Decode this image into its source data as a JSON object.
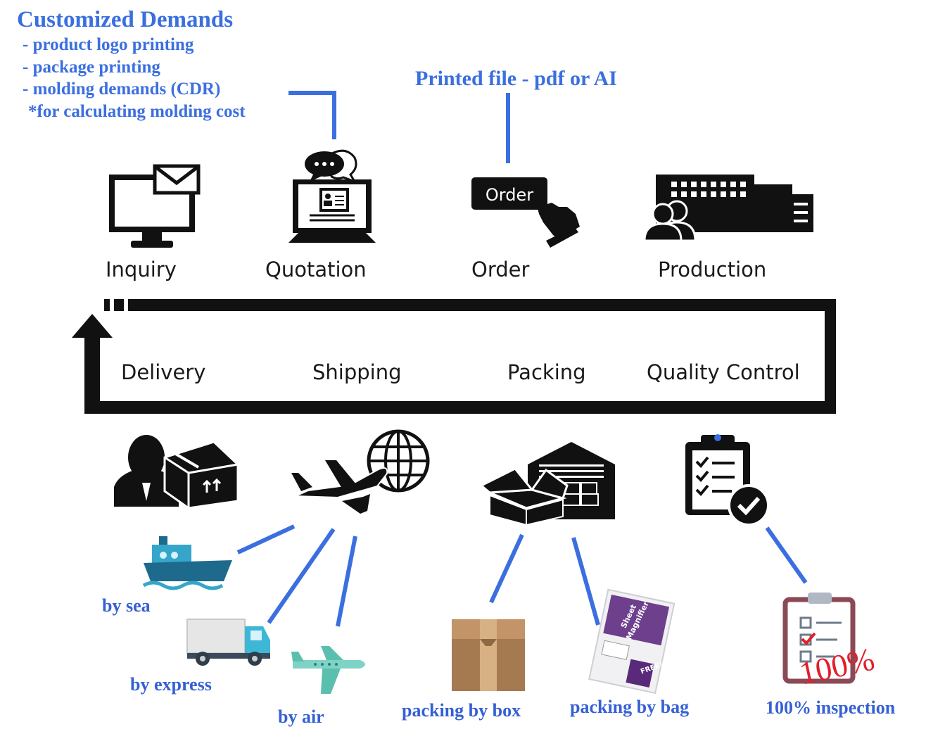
{
  "customized": {
    "title": "Customized Demands",
    "items": [
      "- product logo printing",
      "- package printing",
      "- molding demands (CDR)",
      "*for calculating molding cost"
    ]
  },
  "printed_file": "Printed file - pdf or AI",
  "stages_top": {
    "inquiry": "Inquiry",
    "quotation": "Quotation",
    "order": "Order",
    "order_button": "Order",
    "production": "Production"
  },
  "stages_bottom": {
    "delivery": "Delivery",
    "shipping": "Shipping",
    "packing": "Packing",
    "quality": "Quality Control"
  },
  "shipping_options": {
    "sea": "by sea",
    "express": "by express",
    "air": "by air"
  },
  "packing_options": {
    "box": "packing by box",
    "bag": "packing by bag",
    "bag_print_1": "Sheet",
    "bag_print_2": "Magnifier",
    "bag_print_3": "FREE!"
  },
  "inspection": {
    "label": "100% inspection",
    "stamp": "100%"
  },
  "colors": {
    "blue": "#3b6fe0",
    "black": "#111111",
    "red": "#e0202a"
  }
}
